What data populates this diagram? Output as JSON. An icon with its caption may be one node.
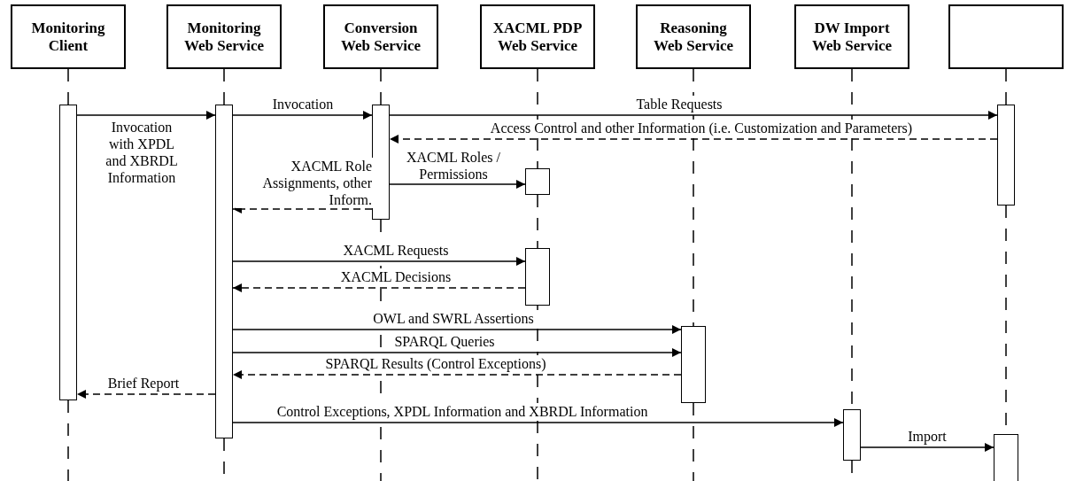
{
  "diagram": {
    "nodes": [
      {
        "text": [
          "Monitoring Client"
        ]
      },
      {
        "text": [
          "Monitoring Web Service"
        ]
      },
      {
        "text": [
          "Conversion Web Service"
        ]
      },
      {
        "text": [
          "XACML PDP Web Service"
        ]
      },
      {
        "text": [
          "Reasoning Web Service"
        ]
      },
      {
        "text": [
          "DW Import Web Service"
        ]
      },
      {
        "text": [],
        "shape": "box"
      },
      {
        "text": [],
        "shape": "bar"
      },
      {
        "text": [],
        "shape": "bar"
      },
      {
        "text": [],
        "shape": "bar"
      },
      {
        "text": [],
        "shape": "bar"
      },
      {
        "text": [],
        "shape": "bar"
      },
      {
        "text": [],
        "shape": "bar"
      },
      {
        "text": [],
        "shape": "bar"
      },
      {
        "text": [],
        "shape": "bar"
      },
      {
        "text": [],
        "shape": "bar"
      }
    ],
    "edges": [
      {
        "from": 7,
        "to": 8,
        "arrow": "to",
        "label": "Invocation with XPDL and XBRDL Information"
      },
      {
        "from": 8,
        "to": 9,
        "arrow": "to",
        "label": "Invocation"
      },
      {
        "from": 9,
        "to": 10,
        "arrow": "to",
        "label": "Table Requests"
      },
      {
        "from": 10,
        "to": 9,
        "arrow": "to",
        "style": "dashed",
        "label": "Access Control and other Information (i.e. Customization and Parameters)"
      },
      {
        "from": 9,
        "to": 11,
        "arrow": "to",
        "label": "XACML Roles / Permissions"
      },
      {
        "from": 9,
        "to": 8,
        "arrow": "to",
        "style": "dashed",
        "label": "XACML Role Assignments, other Inform."
      },
      {
        "from": 8,
        "to": 12,
        "arrow": "to",
        "label": "XACML Requests"
      },
      {
        "from": 12,
        "to": 8,
        "arrow": "to",
        "style": "dashed",
        "label": "XACML Decisions"
      },
      {
        "from": 8,
        "to": 13,
        "arrow": "to",
        "label": "OWL and SWRL Assertions"
      },
      {
        "from": 8,
        "to": 13,
        "arrow": "to",
        "label": "SPARQL Queries"
      },
      {
        "from": 13,
        "to": 8,
        "arrow": "to",
        "style": "dashed",
        "label": "SPARQL Results (Control Exceptions)"
      },
      {
        "from": 8,
        "to": 7,
        "arrow": "to",
        "style": "dashed",
        "label": "Brief Report"
      },
      {
        "from": 8,
        "to": 14,
        "arrow": "to",
        "label": "Control Exceptions, XPDL Information and XBRDL Information"
      },
      {
        "from": 14,
        "to": 15,
        "arrow": "to",
        "label": "Import"
      },
      {
        "from": 0,
        "to": 7,
        "arrow": "none",
        "style": "dashed"
      },
      {
        "from": 7,
        "to": null,
        "arrow": "none",
        "style": "dashed"
      },
      {
        "from": 1,
        "to": 8,
        "arrow": "none",
        "style": "dashed"
      },
      {
        "from": 8,
        "to": null,
        "arrow": "none",
        "style": "dashed"
      },
      {
        "from": 2,
        "to": 9,
        "arrow": "none",
        "style": "dashed"
      },
      {
        "from": 9,
        "to": null,
        "arrow": "none",
        "style": "dashed"
      },
      {
        "from": 3,
        "to": 11,
        "arrow": "none",
        "style": "dashed"
      },
      {
        "from": 11,
        "to": 12,
        "arrow": "none",
        "style": "dashed"
      },
      {
        "from": 12,
        "to": null,
        "arrow": "none",
        "style": "dashed"
      },
      {
        "from": 4,
        "to": 13,
        "arrow": "none",
        "style": "dashed"
      },
      {
        "from": 13,
        "to": null,
        "arrow": "none",
        "style": "dashed"
      },
      {
        "from": 5,
        "to": 14,
        "arrow": "none",
        "style": "dashed"
      },
      {
        "from": 14,
        "to": null,
        "arrow": "none",
        "style": "dashed"
      },
      {
        "from": 6,
        "to": 10,
        "arrow": "none",
        "style": "dashed"
      },
      {
        "from": 10,
        "to": 15,
        "arrow": "none",
        "style": "dashed"
      }
    ]
  }
}
